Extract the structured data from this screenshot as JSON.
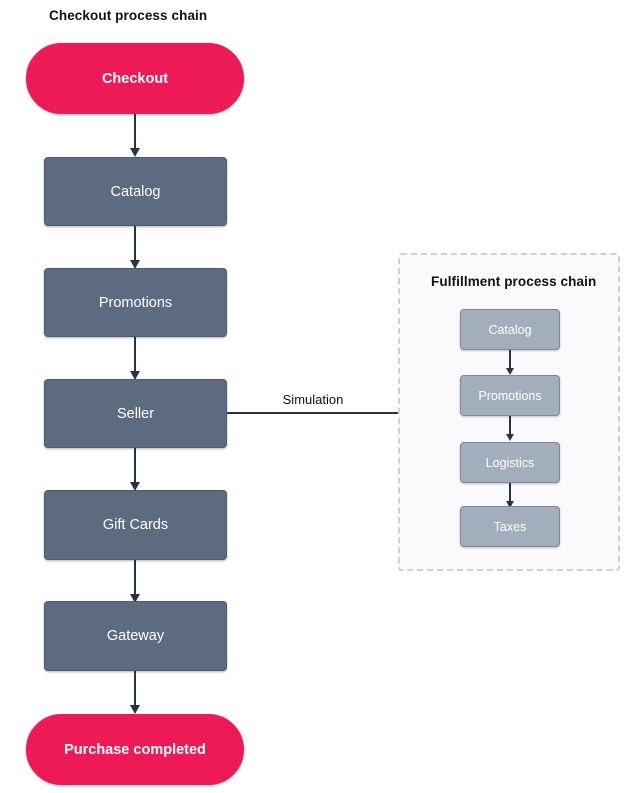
{
  "diagram": {
    "type": "flowchart",
    "background_color": "#FFFFFF",
    "main_chain": {
      "title": "Checkout process chain",
      "nodes": [
        {
          "label": "Checkout",
          "shape": "stadium",
          "color": "#ED1A56",
          "text_color": "#FFFFFF"
        },
        {
          "label": "Catalog",
          "shape": "rectangle",
          "color": "#5C6B80",
          "text_color": "#FFFFFF"
        },
        {
          "label": "Promotions",
          "shape": "rectangle",
          "color": "#5C6B80",
          "text_color": "#FFFFFF"
        },
        {
          "label": "Seller",
          "shape": "rectangle",
          "color": "#5C6B80",
          "text_color": "#FFFFFF"
        },
        {
          "label": "Gift Cards",
          "shape": "rectangle",
          "color": "#5C6B80",
          "text_color": "#FFFFFF"
        },
        {
          "label": "Gateway",
          "shape": "rectangle",
          "color": "#5C6B80",
          "text_color": "#FFFFFF"
        },
        {
          "label": "Purchase completed",
          "shape": "stadium",
          "color": "#ED1A56",
          "text_color": "#FFFFFF"
        }
      ]
    },
    "link": {
      "label": "Simulation",
      "from": "Seller",
      "to": "Fulfillment process chain",
      "style": "solid-line",
      "color": "#2B3340"
    },
    "sub_chain": {
      "title": "Fulfillment process chain",
      "border_style": "dashed",
      "border_color": "#CFCFD4",
      "background_color": "#FAFAFC",
      "nodes": [
        {
          "label": "Catalog",
          "shape": "rectangle",
          "color": "#A3AEBD",
          "text_color": "#FFFFFF"
        },
        {
          "label": "Promotions",
          "shape": "rectangle",
          "color": "#A3AEBD",
          "text_color": "#FFFFFF"
        },
        {
          "label": "Logistics",
          "shape": "rectangle",
          "color": "#A3AEBD",
          "text_color": "#FFFFFF"
        },
        {
          "label": "Taxes",
          "shape": "rectangle",
          "color": "#A3AEBD",
          "text_color": "#FFFFFF"
        }
      ]
    },
    "arrow_color": "#2B3340"
  }
}
